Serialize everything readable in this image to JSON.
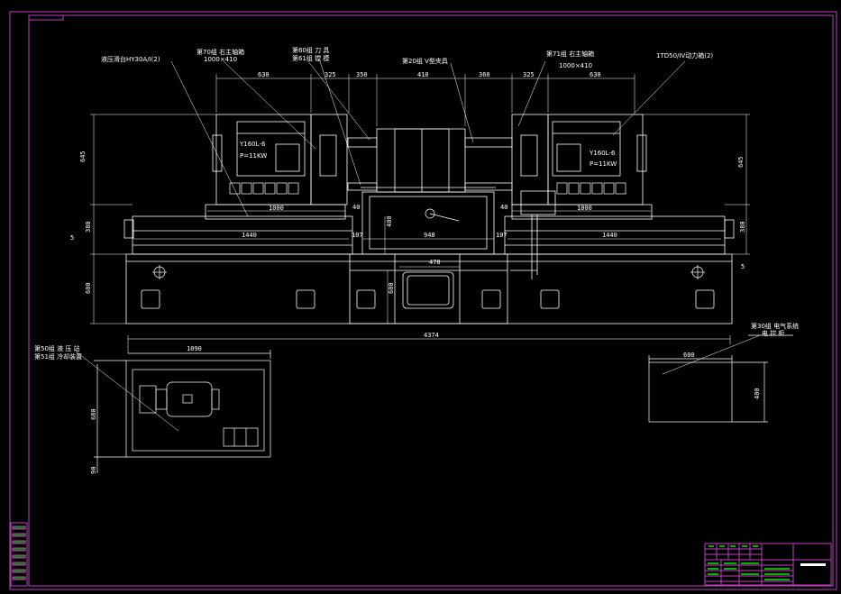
{
  "drawing": {
    "colors": {
      "background": "#000000",
      "border": "#c040c0",
      "lines": "#ffffff",
      "title_block": "#c040c0",
      "title_fill": "#00c000",
      "frame_fill": "#00a000"
    },
    "labels": {
      "hydraulic_slide": "液压滑台HY30A/I(2)",
      "group_70_right_head": "第70组 右主轴箱",
      "group_60_tool": "第60组 刀 具",
      "group_61_guide": "第61组 镗 模",
      "group_20_fixture": "第20组 V型夹具",
      "group_71_right_head": "第71组 右主轴箱",
      "power_head": "1TD50/IV动力箱(2)",
      "box_size_left": "1000×410",
      "box_size_right": "1000×410",
      "motor_left_model": "Y160L-6",
      "motor_left_power": "P=11KW",
      "motor_right_model": "Y160L-6",
      "motor_right_power": "P=11KW",
      "group_50_hydraulic": "第50组 液 压 站",
      "group_51_cooling": "第51组 冷却装置",
      "group_30_electric": "第30组 电气系统",
      "electric_sub": "电 控 柜"
    },
    "dimensions": {
      "top_630_left": "630",
      "top_325_left": "325",
      "top_350": "350",
      "top_410": "410",
      "top_360": "360",
      "top_325_right": "325",
      "top_630_right": "630",
      "height_645_left": "645",
      "height_645_right": "645",
      "height_380_left": "380",
      "height_380_right": "380",
      "slide_1000_left": "1000",
      "slide_1000_right": "1000",
      "d40_left": "40",
      "d40_right": "40",
      "bed_1440_left": "1440",
      "bed_1440_right": "1440",
      "d107_left": "107",
      "d107_right": "107",
      "d400": "400",
      "d948": "948",
      "d478": "478",
      "d5_left": "5",
      "d5_right": "5",
      "base_600_left": "600",
      "base_600_mid": "600",
      "overall_4374": "4374",
      "station_1090": "1090",
      "station_680": "680",
      "station_90": "90",
      "cabinet_600": "600",
      "cabinet_400": "400"
    }
  }
}
